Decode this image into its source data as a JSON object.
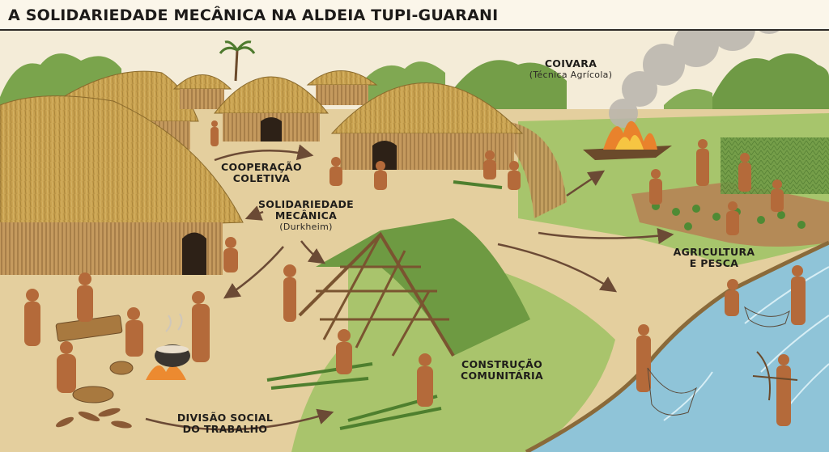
{
  "title": "A SOLIDARIEDADE MECÂNICA NA ALDEIA TUPI-GUARANI",
  "labels": {
    "coivara": {
      "line1": "COIVARA",
      "line2": "(Técnica Agrícola)"
    },
    "cooperacao": {
      "line1": "COOPERAÇÃO",
      "line2": "COLETIVA"
    },
    "solidariedade": {
      "line1": "SOLIDARIEDADE",
      "line2": "MECÂNICA",
      "line3": "(Durkheim)"
    },
    "agricultura": {
      "line1": "AGRICULTURA",
      "line2": "E PESCA"
    },
    "construcao": {
      "line1": "CONSTRUÇÃO",
      "line2": "COMUNITÁRIA"
    },
    "divisao": {
      "line1": "DIVISÃO SOCIAL",
      "line2": "DO TRABALHO"
    }
  },
  "colors": {
    "ground": "#e4cf9e",
    "thatch": "#c9a250",
    "grass": "#9cbf62",
    "forest": "#6f9a45",
    "river": "#8fc4d8",
    "skin": "#b46a3a",
    "arrow": "#6b4a35"
  }
}
